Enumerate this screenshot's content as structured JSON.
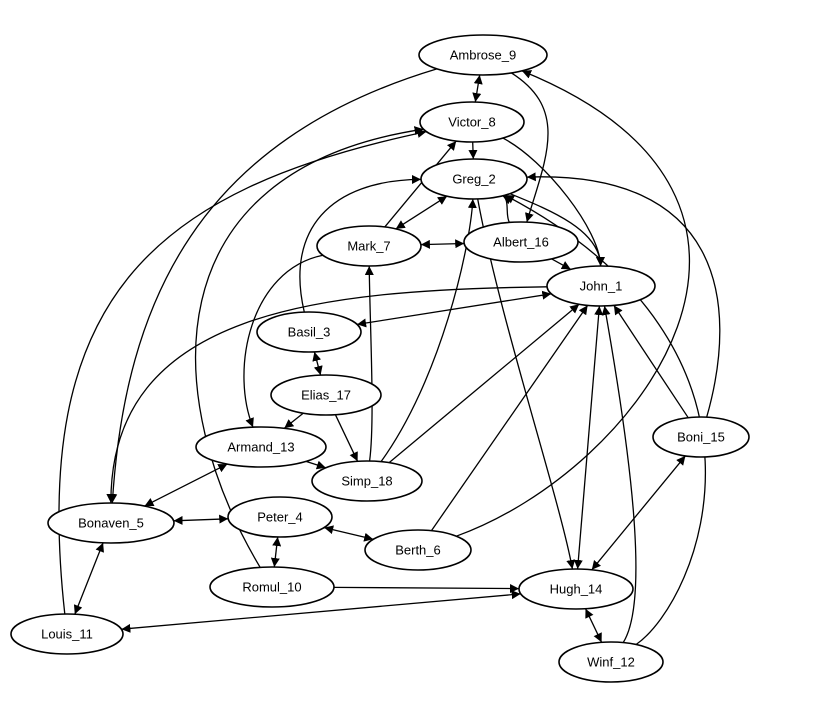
{
  "nodes": [
    {
      "id": "Ambrose_9",
      "label": "Ambrose_9"
    },
    {
      "id": "Victor_8",
      "label": "Victor_8"
    },
    {
      "id": "Greg_2",
      "label": "Greg_2"
    },
    {
      "id": "Mark_7",
      "label": "Mark_7"
    },
    {
      "id": "Albert_16",
      "label": "Albert_16"
    },
    {
      "id": "John_1",
      "label": "John_1"
    },
    {
      "id": "Basil_3",
      "label": "Basil_3"
    },
    {
      "id": "Elias_17",
      "label": "Elias_17"
    },
    {
      "id": "Armand_13",
      "label": "Armand_13"
    },
    {
      "id": "Simp_18",
      "label": "Simp_18"
    },
    {
      "id": "Boni_15",
      "label": "Boni_15"
    },
    {
      "id": "Bonaven_5",
      "label": "Bonaven_5"
    },
    {
      "id": "Peter_4",
      "label": "Peter_4"
    },
    {
      "id": "Berth_6",
      "label": "Berth_6"
    },
    {
      "id": "Romul_10",
      "label": "Romul_10"
    },
    {
      "id": "Hugh_14",
      "label": "Hugh_14"
    },
    {
      "id": "Louis_11",
      "label": "Louis_11"
    },
    {
      "id": "Winf_12",
      "label": "Winf_12"
    }
  ],
  "edges": [
    {
      "from": "Ambrose_9",
      "to": "Victor_8",
      "dir": "both"
    },
    {
      "from": "Ambrose_9",
      "to": "Bonaven_5",
      "dir": "forward"
    },
    {
      "from": "Ambrose_9",
      "to": "Albert_16",
      "dir": "forward"
    },
    {
      "from": "Victor_8",
      "to": "Greg_2",
      "dir": "forward"
    },
    {
      "from": "Victor_8",
      "to": "John_1",
      "dir": "forward"
    },
    {
      "from": "Louis_11",
      "to": "Victor_8",
      "dir": "forward"
    },
    {
      "from": "Romul_10",
      "to": "Victor_8",
      "dir": "forward"
    },
    {
      "from": "Mark_7",
      "to": "Victor_8",
      "dir": "forward"
    },
    {
      "from": "Greg_2",
      "to": "Mark_7",
      "dir": "both"
    },
    {
      "from": "Greg_2",
      "to": "Hugh_14",
      "dir": "forward"
    },
    {
      "from": "Albert_16",
      "to": "Greg_2",
      "dir": "forward"
    },
    {
      "from": "Basil_3",
      "to": "Greg_2",
      "dir": "forward"
    },
    {
      "from": "Simp_18",
      "to": "Greg_2",
      "dir": "forward"
    },
    {
      "from": "Boni_15",
      "to": "Greg_2",
      "dir": "forward"
    },
    {
      "from": "Winf_12",
      "to": "Greg_2",
      "dir": "forward"
    },
    {
      "from": "Greg_2",
      "to": "John_1",
      "dir": "forward"
    },
    {
      "from": "Albert_16",
      "to": "Mark_7",
      "dir": "both"
    },
    {
      "from": "Albert_16",
      "to": "John_1",
      "dir": "forward"
    },
    {
      "from": "Mark_7",
      "to": "Armand_13",
      "dir": "forward"
    },
    {
      "from": "Simp_18",
      "to": "Mark_7",
      "dir": "forward"
    },
    {
      "from": "John_1",
      "to": "Basil_3",
      "dir": "both"
    },
    {
      "from": "John_1",
      "to": "Bonaven_5",
      "dir": "forward"
    },
    {
      "from": "Simp_18",
      "to": "John_1",
      "dir": "forward"
    },
    {
      "from": "Berth_6",
      "to": "John_1",
      "dir": "forward"
    },
    {
      "from": "Boni_15",
      "to": "John_1",
      "dir": "forward"
    },
    {
      "from": "John_1",
      "to": "Hugh_14",
      "dir": "both"
    },
    {
      "from": "Winf_12",
      "to": "John_1",
      "dir": "forward"
    },
    {
      "from": "Basil_3",
      "to": "Elias_17",
      "dir": "both"
    },
    {
      "from": "Elias_17",
      "to": "Armand_13",
      "dir": "forward"
    },
    {
      "from": "Elias_17",
      "to": "Simp_18",
      "dir": "forward"
    },
    {
      "from": "Armand_13",
      "to": "Simp_18",
      "dir": "forward"
    },
    {
      "from": "Armand_13",
      "to": "Bonaven_5",
      "dir": "both"
    },
    {
      "from": "Berth_6",
      "to": "Ambrose_9",
      "dir": "forward"
    },
    {
      "from": "Boni_15",
      "to": "Hugh_14",
      "dir": "both"
    },
    {
      "from": "Bonaven_5",
      "to": "Peter_4",
      "dir": "both"
    },
    {
      "from": "Bonaven_5",
      "to": "Louis_11",
      "dir": "both"
    },
    {
      "from": "Peter_4",
      "to": "Berth_6",
      "dir": "both"
    },
    {
      "from": "Peter_4",
      "to": "Romul_10",
      "dir": "both"
    },
    {
      "from": "Romul_10",
      "to": "Hugh_14",
      "dir": "forward"
    },
    {
      "from": "Hugh_14",
      "to": "Louis_11",
      "dir": "both"
    },
    {
      "from": "Hugh_14",
      "to": "Winf_12",
      "dir": "both"
    }
  ]
}
